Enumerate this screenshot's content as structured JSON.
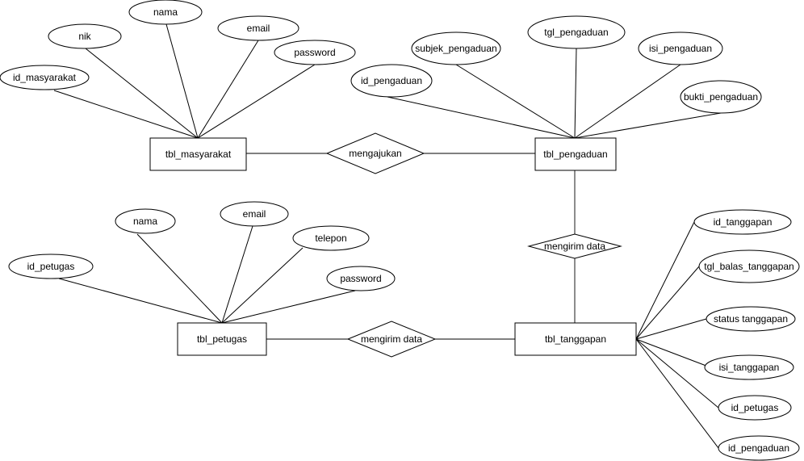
{
  "diagram": {
    "entities": {
      "masyarakat": {
        "label": "tbl_masyarakat"
      },
      "pengaduan": {
        "label": "tbl_pengaduan"
      },
      "petugas": {
        "label": "tbl_petugas"
      },
      "tanggapan": {
        "label": "tbl_tanggapan"
      }
    },
    "relationships": {
      "mengajukan": {
        "label": "mengajukan"
      },
      "mengirim_data_1": {
        "label": "mengirim data"
      },
      "mengirim_data_2": {
        "label": "mengirim data"
      }
    },
    "attributes": {
      "masyarakat": [
        "id_masyarakat",
        "nik",
        "nama",
        "email",
        "password"
      ],
      "pengaduan": [
        "id_pengaduan",
        "subjek_pengaduan",
        "tgl_pengaduan",
        "isi_pengaduan",
        "bukti_pengaduan"
      ],
      "petugas": [
        "id_petugas",
        "nama",
        "email",
        "telepon",
        "password"
      ],
      "tanggapan": [
        "id_tanggapan",
        "tgl_balas_tanggapan",
        "status tanggapan",
        "isi_tanggapan",
        "id_petugas",
        "id_pengaduan"
      ]
    }
  }
}
